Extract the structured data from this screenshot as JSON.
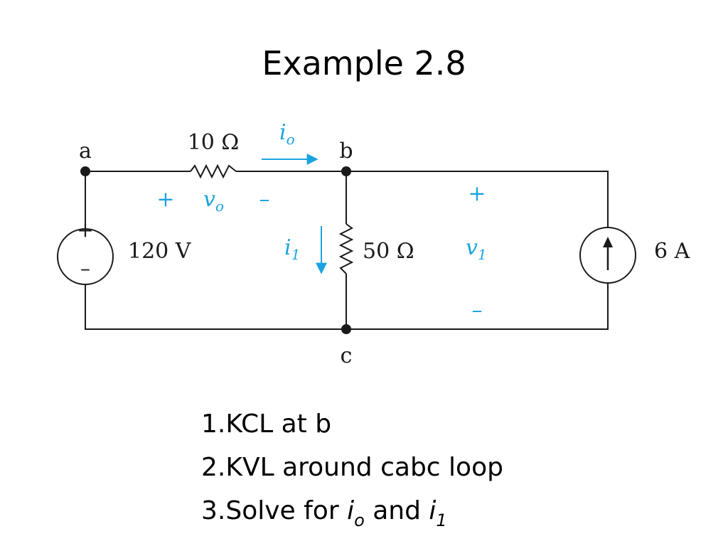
{
  "title": "Example 2.8",
  "colors": {
    "wire": "#1a1a1a",
    "annotation": "#1aa3e0"
  },
  "circuit": {
    "nodes": {
      "a": "a",
      "b": "b",
      "c": "c"
    },
    "resistor_top": "10 Ω",
    "resistor_mid": "50 Ω",
    "voltage_source": {
      "label": "120 V",
      "plus": "+",
      "minus": "–"
    },
    "current_source": {
      "label": "6 A"
    },
    "io": {
      "base": "i",
      "sub": "o"
    },
    "vo": {
      "base": "v",
      "sub": "o",
      "plus": "+",
      "minus": "–"
    },
    "i1": {
      "base": "i",
      "sub": "1"
    },
    "v1": {
      "base": "v",
      "sub": "1",
      "plus": "+",
      "minus": "–"
    }
  },
  "steps": {
    "s1": "1.KCL at b",
    "s2": "2.KVL around  cabc loop",
    "s3_prefix": "3.Solve for ",
    "s3_var1_base": "i",
    "s3_var1_sub": "o",
    "s3_mid": " and ",
    "s3_var2_base": "i",
    "s3_var2_sub": "1"
  }
}
